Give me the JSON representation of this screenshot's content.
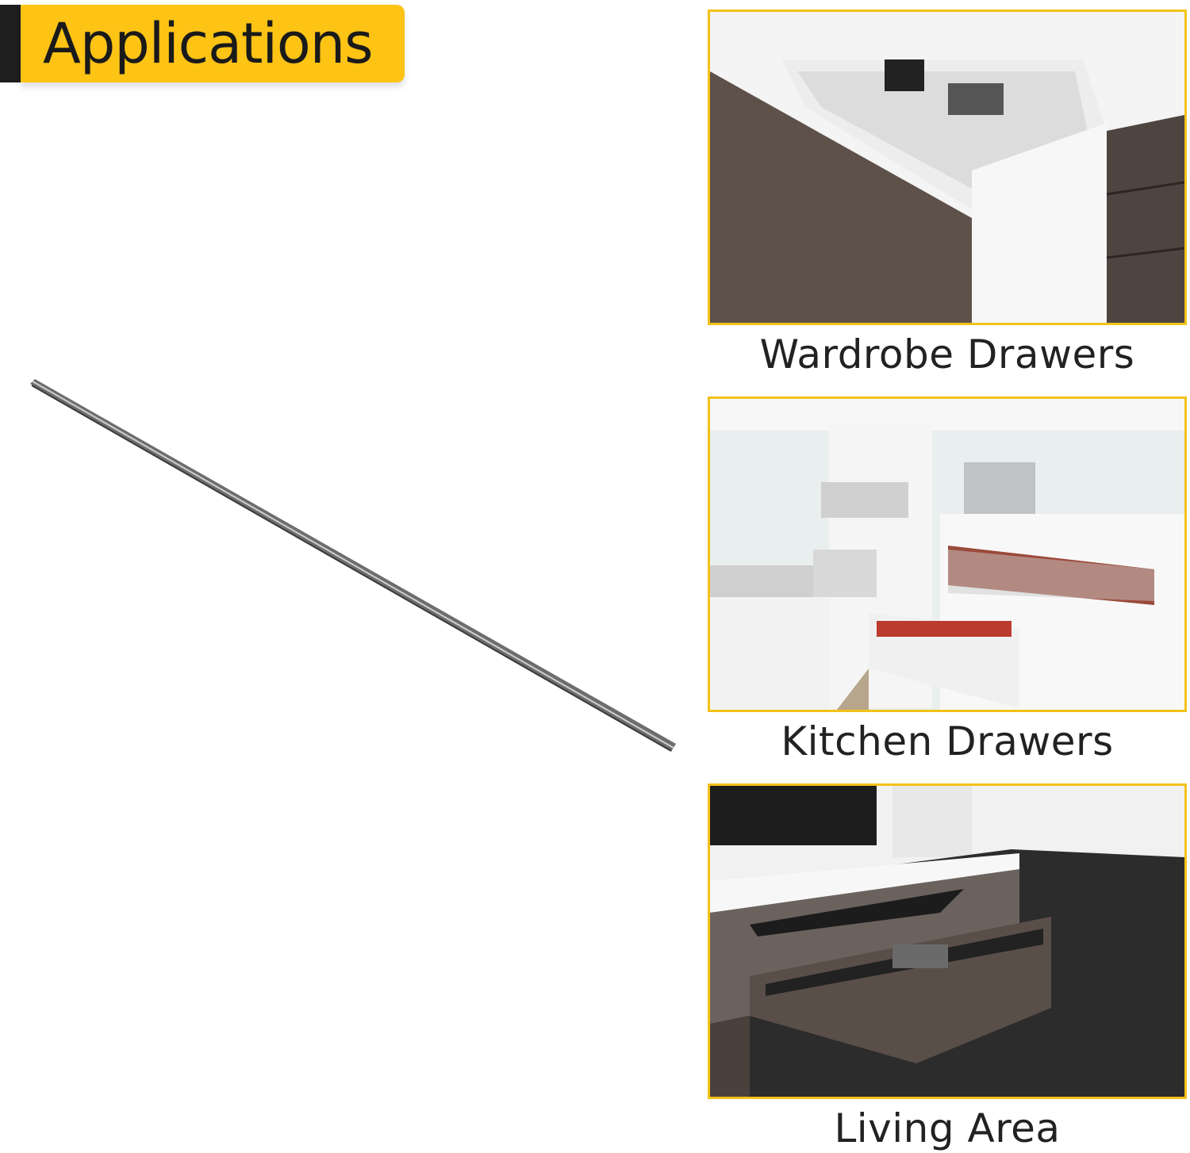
{
  "heading": {
    "title": "Applications"
  },
  "colors": {
    "accent": "#fdc315",
    "accent_bar": "#1e1e1e",
    "frame": "#f2c21a",
    "text": "#222222"
  },
  "product": {
    "icon": "aluminium-rod-icon"
  },
  "applications": [
    {
      "caption": "Wardrobe Drawers",
      "icon": "wardrobe-drawer-photo"
    },
    {
      "caption": "Kitchen Drawers",
      "icon": "kitchen-drawer-photo"
    },
    {
      "caption": "Living Area",
      "icon": "living-area-photo"
    }
  ]
}
